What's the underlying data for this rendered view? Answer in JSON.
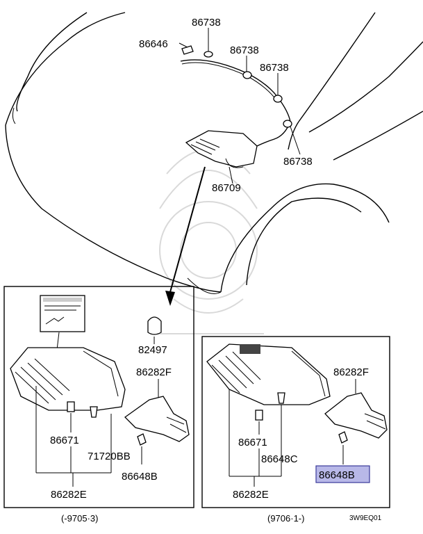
{
  "diagram": {
    "labels": {
      "clip_1": "86738",
      "clip_2": "86738",
      "clip_3": "86738",
      "clip_4": "86738",
      "screw_top": "86646",
      "harness_top": "86709",
      "grommet": "82497",
      "nozzle_left": "86282F",
      "nozzle_right": "86282F",
      "hose_left": "86671",
      "hose_right": "86671",
      "bracket": "71720BB",
      "check_valve_left": "86648B",
      "check_valve_right": "86648B",
      "tank_fitting": "86648C",
      "tank_left": "86282E",
      "tank_right": "86282E"
    },
    "captions": {
      "left_range": "(-9705·3)",
      "right_range": "(9706·1-)"
    },
    "diagram_code": "3W9EQ01",
    "highlight_color": "#b8b8e8",
    "highlighted_part": "check_valve_right"
  }
}
